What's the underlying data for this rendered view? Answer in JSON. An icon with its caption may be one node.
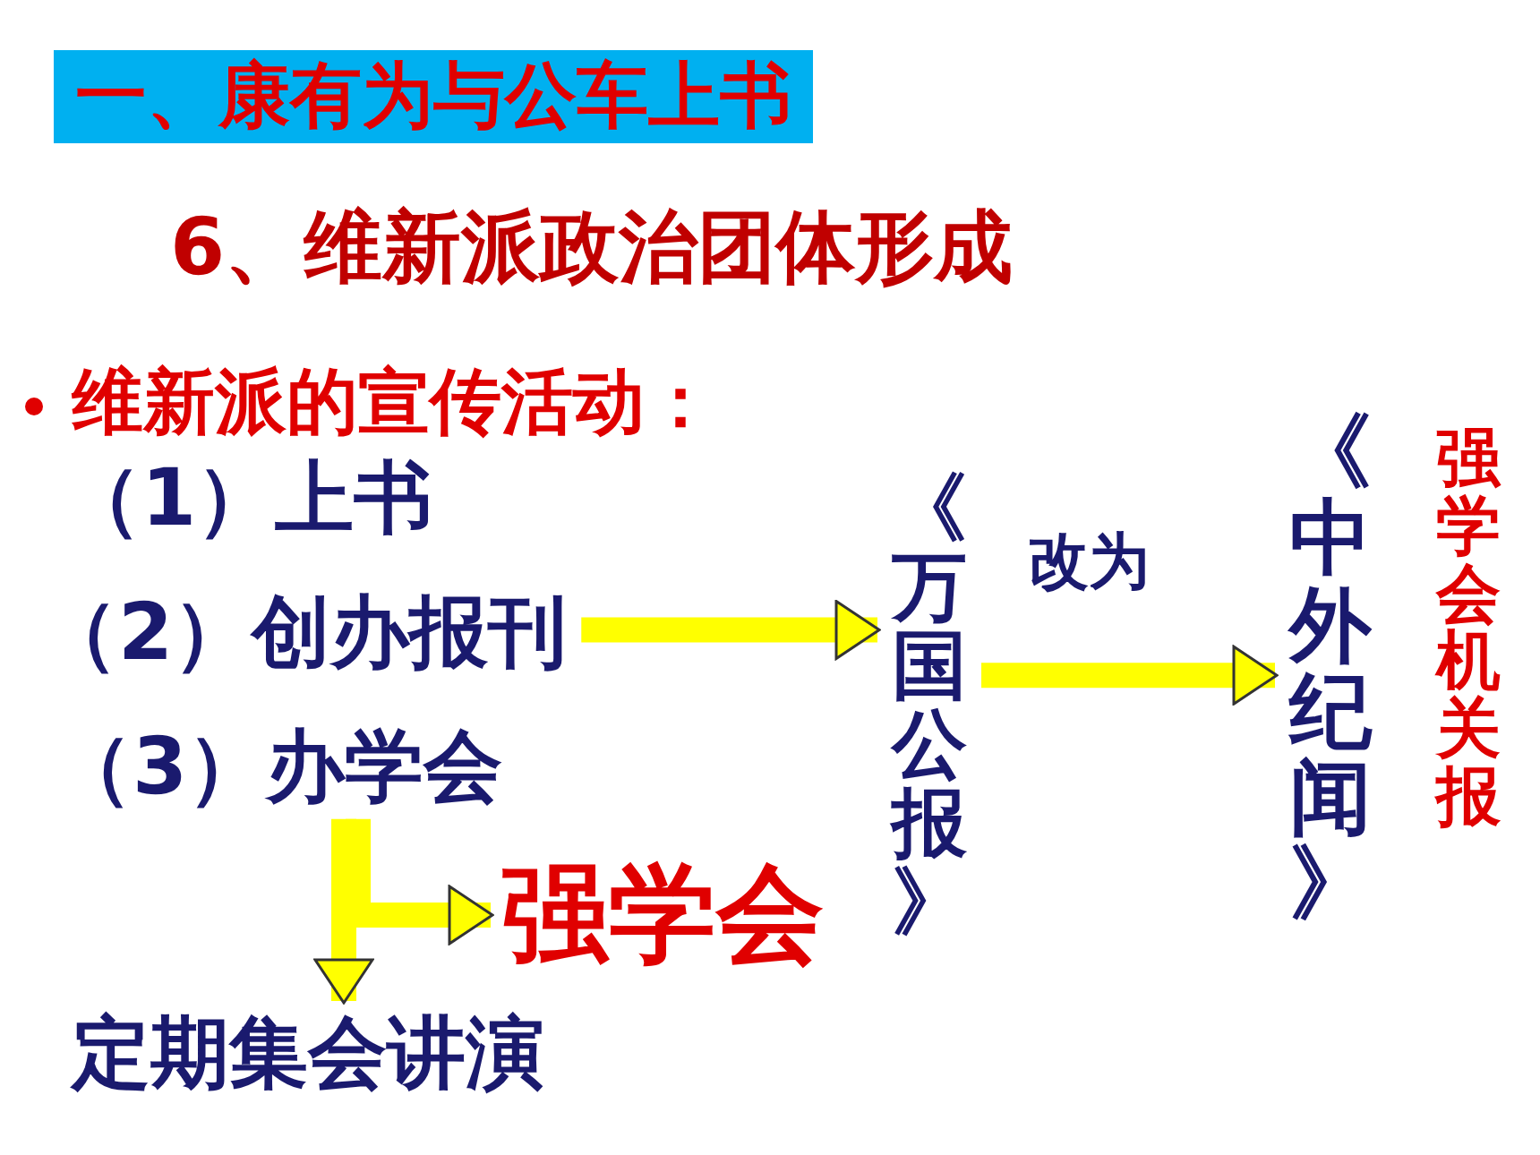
{
  "diagram": {
    "title": "一、康有为与公车上书",
    "nodes": [
      {
        "text": [
          "（2）创办报刊"
        ]
      },
      {
        "text": [
          "《万国公报》"
        ]
      },
      {
        "text": [
          "《中外纪闻》"
        ],
        "beside": [
          "强学会机关报"
        ]
      },
      {
        "text": [
          "（3）办学会"
        ]
      },
      {
        "text": [
          "强学会"
        ]
      },
      {
        "text": [
          "定期集会讲演"
        ]
      }
    ],
    "edges": [
      {
        "from": 0,
        "to": 1,
        "arrow": "to"
      },
      {
        "from": 1,
        "to": 2,
        "arrow": "to",
        "label": "改为"
      },
      {
        "from": 3,
        "to": 5,
        "arrow": "to"
      },
      {
        "from": 3,
        "to": 4,
        "arrow": "to"
      }
    ],
    "labels": [
      "6、维新派政治团体形成",
      "维新派的宣传活动：",
      "（1）上书"
    ]
  }
}
